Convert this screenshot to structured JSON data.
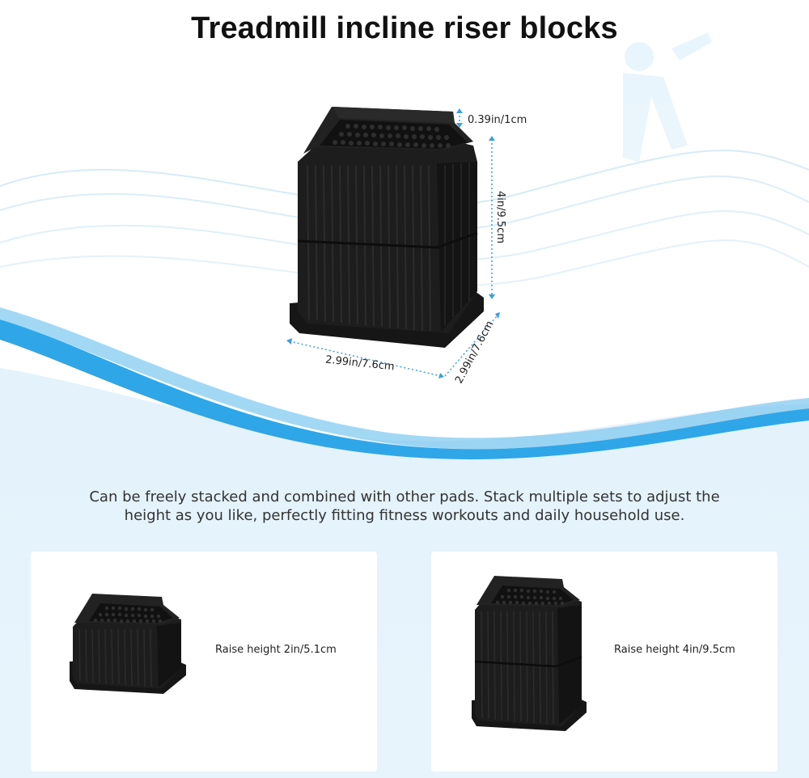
{
  "title": "Treadmill incline riser blocks",
  "hero": {
    "dim_top": "0.39in/1cm",
    "dim_height": "4in/9.5cm",
    "dim_width": "2.99in/7.6cm",
    "dim_depth": "2.99in/7.6cm"
  },
  "description": "Can be freely stacked and combined with other pads. Stack multiple sets to adjust the height as you like, perfectly fitting fitness workouts and daily household use.",
  "cards": [
    {
      "label": "Raise height 2in/5.1cm"
    },
    {
      "label": "Raise height 4in/9.5cm"
    }
  ],
  "colors": {
    "accent_blue": "#2fa6e8",
    "light_blue_bg": "#e6f3fb",
    "block": "#1a1a1a",
    "dimension_line": "#3aa0d8"
  }
}
